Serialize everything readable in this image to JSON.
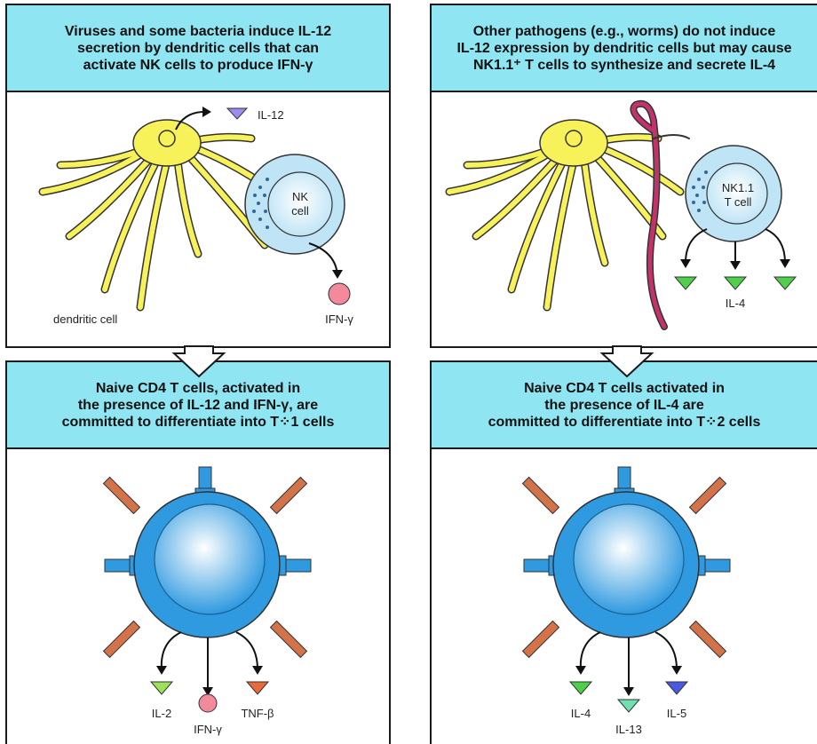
{
  "panels": {
    "top_left": {
      "caption": [
        "Viruses and some bacteria induce IL-12",
        "secretion by dendritic cells that can",
        "activate NK cells to produce IFN-γ"
      ],
      "labels": {
        "il12": "IL-12",
        "nk1": "NK",
        "nk2": "cell",
        "ifn": "IFN-γ",
        "dc": "dendritic cell"
      }
    },
    "top_right": {
      "caption": [
        "Other pathogens (e.g., worms) do not induce",
        "IL-12 expression by dendritic cells but may cause",
        "NK1.1⁺ T cells to synthesize and secrete IL-4"
      ],
      "labels": {
        "nk1": "NK1.1",
        "nk2": "T cell",
        "il4": "IL-4"
      }
    },
    "bottom_left": {
      "caption": [
        "Naive CD4 T cells, activated in",
        "the presence of IL-12 and IFN-γ, are",
        "committed to differentiate into T⁘1 cells"
      ],
      "labels": {
        "il2": "IL-2",
        "ifn": "IFN-γ",
        "tnf": "TNF-β"
      }
    },
    "bottom_right": {
      "caption": [
        "Naive CD4 T cells activated in",
        "the presence of IL-4 are",
        "committed to differentiate into T⁘2 cells"
      ],
      "labels": {
        "il4": "IL-4",
        "il13": "IL-13",
        "il5": "IL-5"
      }
    }
  },
  "colors": {
    "caption_bg": "#8fe6f2",
    "dendritic": "#f7f15a",
    "nk_cell": "#bfe4f6",
    "tcell": "#2f9ae0",
    "receptor": "#d4734a",
    "worm": "#c2336b",
    "il12": "#9a8cf0",
    "ifn": "#f28a9c",
    "il4": "#4fd04a",
    "il2": "#9de05a",
    "tnf": "#e86a3a",
    "il13": "#6fe0b0",
    "il5": "#4a5ae0"
  }
}
